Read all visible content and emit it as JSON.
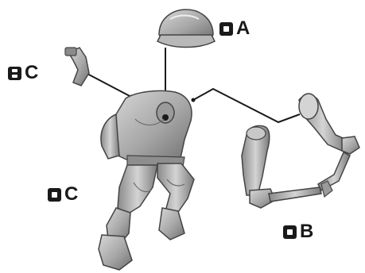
{
  "labels": {
    "part_a": "A",
    "part_b": "B",
    "part_c_arm": "C",
    "part_c_body": "C"
  },
  "colors": {
    "ink": "#1a1a1a",
    "figure_fill": "#a6a6a6",
    "figure_shadow": "#6f6f6f",
    "figure_highlight": "#d8d8d8"
  }
}
